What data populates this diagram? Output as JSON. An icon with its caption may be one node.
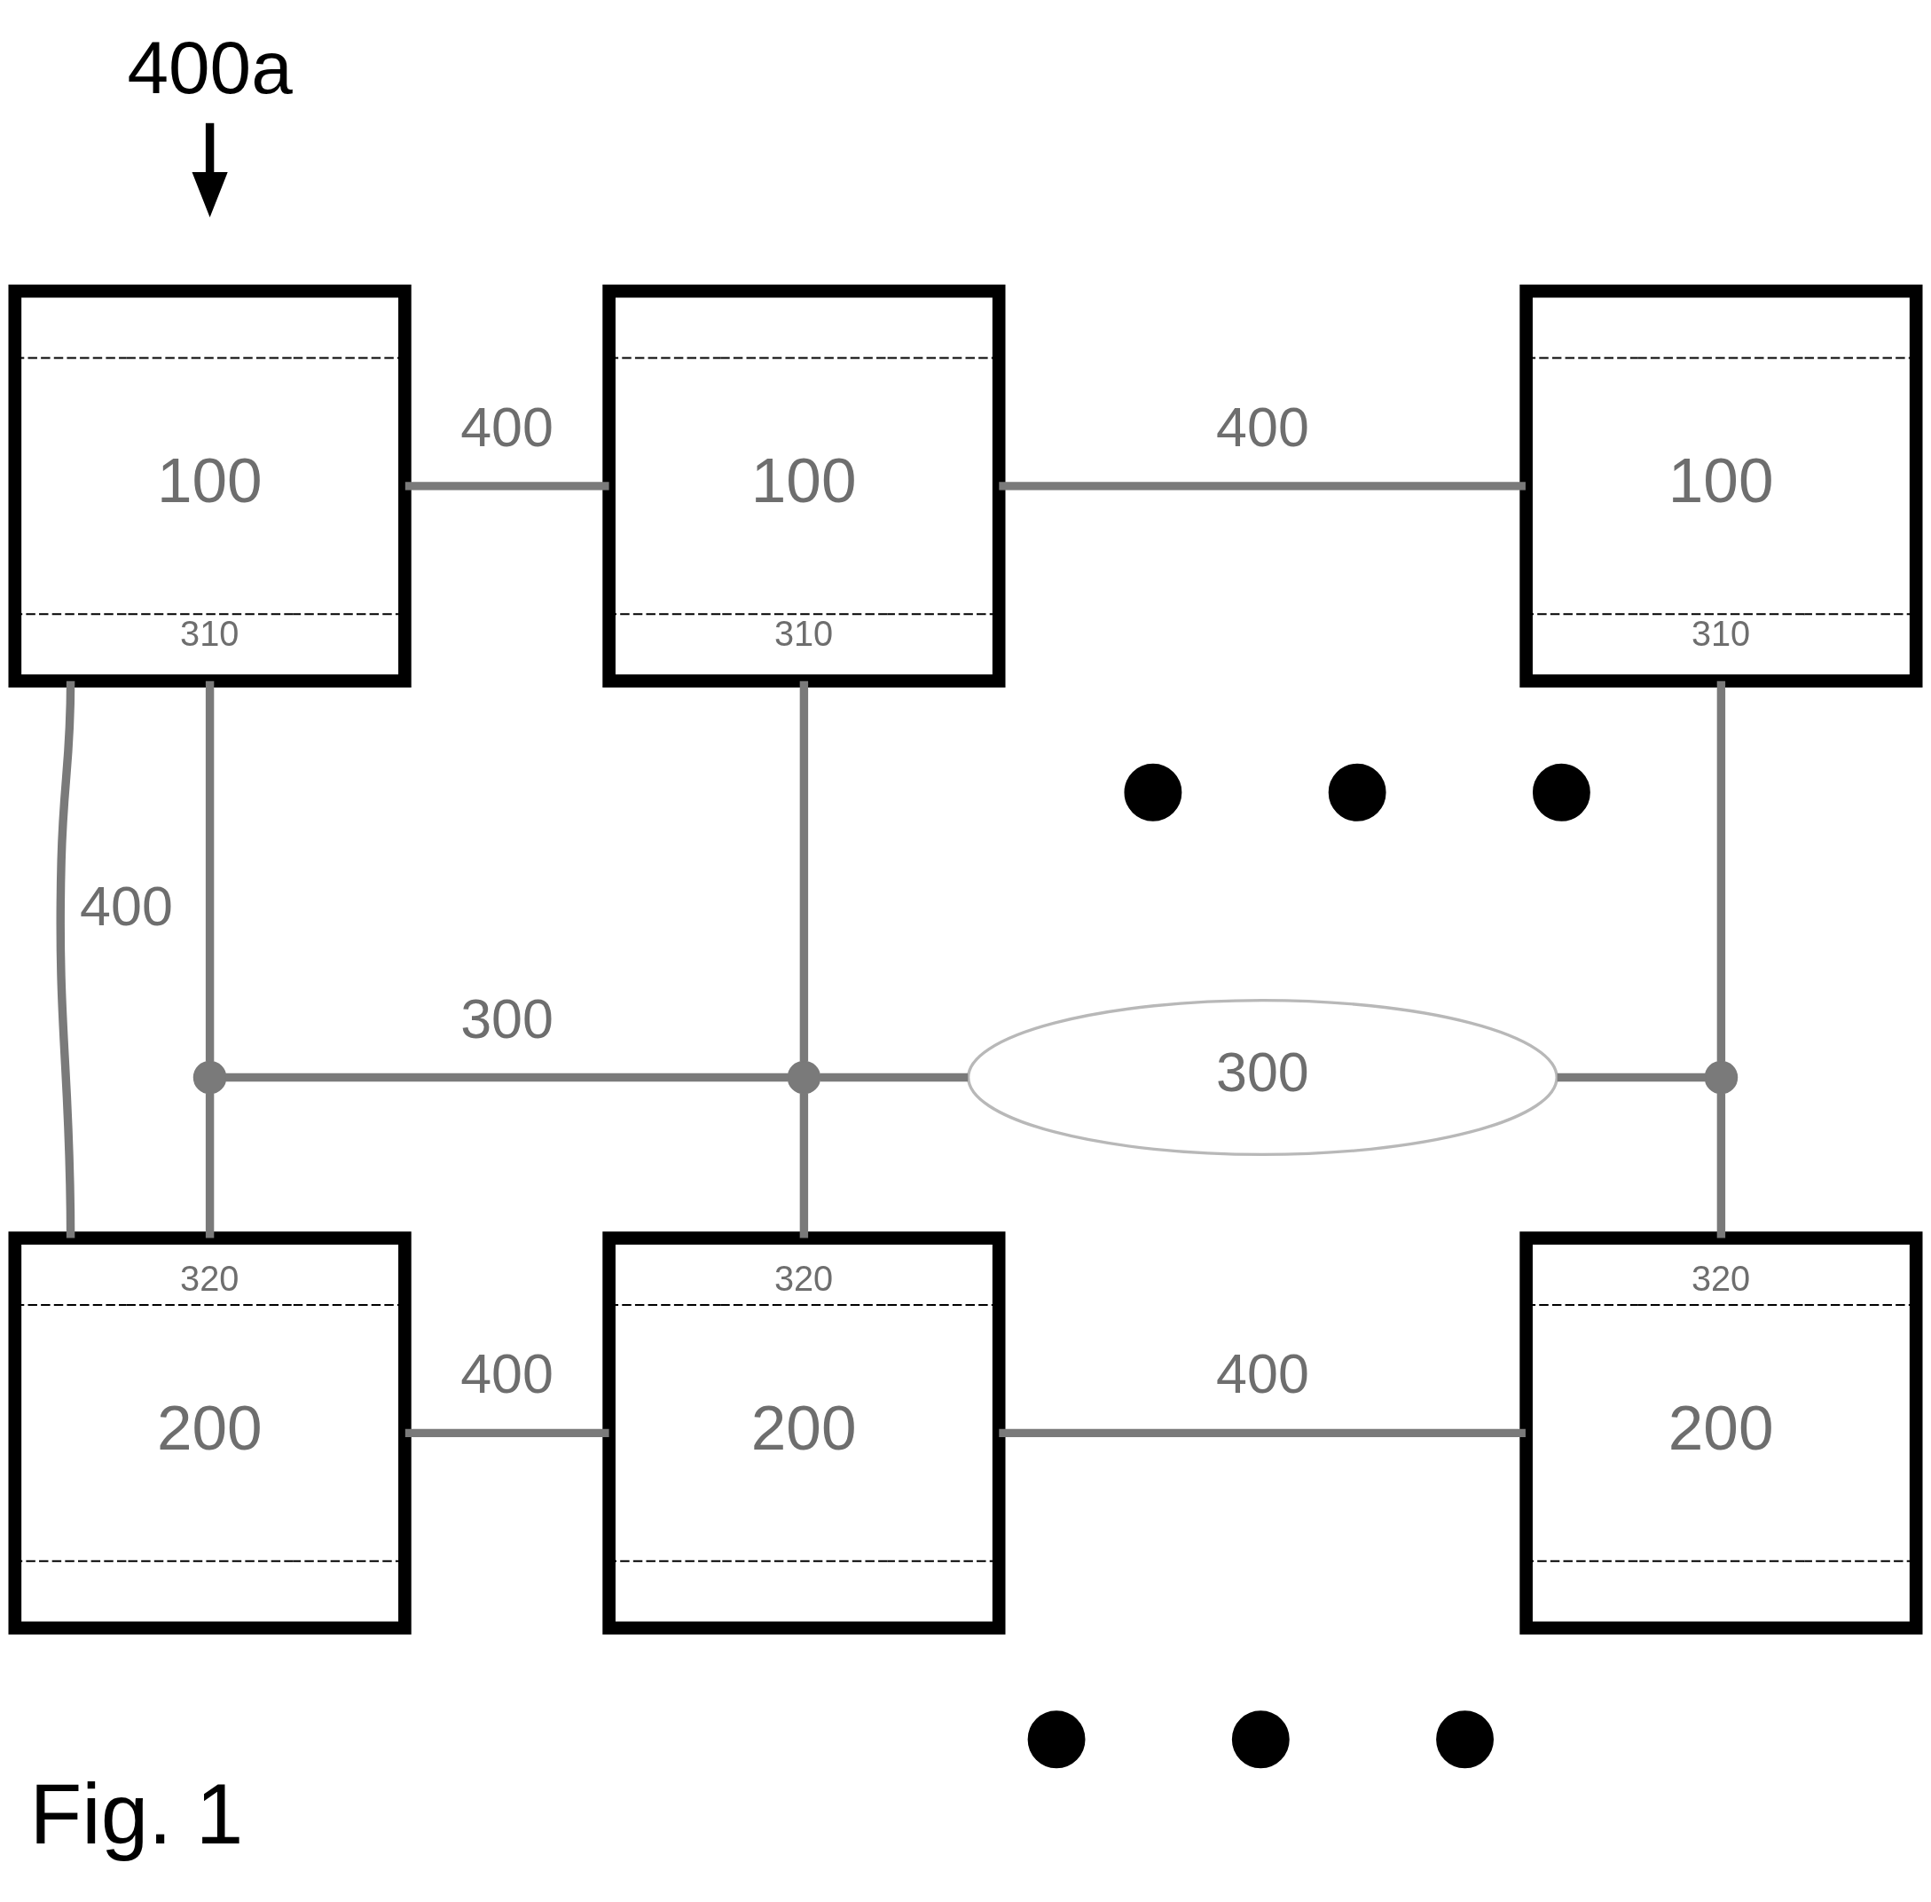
{
  "diagram": {
    "caption": "Fig. 1",
    "nodes": [
      {
        "text": [
          "400a"
        ]
      },
      {
        "text": [
          "100",
          "310"
        ]
      },
      {
        "text": [
          "100",
          "310"
        ]
      },
      {
        "text": [
          "100",
          "310"
        ]
      },
      {
        "text": [],
        "shape": "circle"
      },
      {
        "text": [],
        "shape": "circle"
      },
      {
        "text": [],
        "shape": "circle"
      },
      {
        "text": [],
        "shape": "circle"
      },
      {
        "text": [],
        "shape": "circle"
      },
      {
        "text": [
          "300"
        ]
      },
      {
        "text": [],
        "shape": "circle"
      },
      {
        "text": [
          "320",
          "200"
        ]
      },
      {
        "text": [
          "320",
          "200"
        ]
      },
      {
        "text": [
          "320",
          "200"
        ]
      },
      {
        "text": [],
        "shape": "circle"
      },
      {
        "text": [],
        "shape": "circle"
      },
      {
        "text": [],
        "shape": "circle"
      }
    ],
    "edges": [
      {
        "from": 0,
        "to": null,
        "arrow": "to",
        "color": "#000000"
      },
      {
        "from": 1,
        "to": 2,
        "arrow": "none",
        "label": "400"
      },
      {
        "from": 2,
        "to": 3,
        "arrow": "none",
        "label": "400"
      },
      {
        "from": 1,
        "to": 11,
        "arrow": "none",
        "label": "400"
      },
      {
        "from": 1,
        "to": 7,
        "arrow": "none"
      },
      {
        "from": 2,
        "to": 8,
        "arrow": "none"
      },
      {
        "from": 3,
        "to": 10,
        "arrow": "none"
      },
      {
        "from": 7,
        "to": 8,
        "arrow": "none",
        "label": "300"
      },
      {
        "from": 8,
        "to": 9,
        "arrow": "none"
      },
      {
        "from": 9,
        "to": 10,
        "arrow": "none"
      },
      {
        "from": 7,
        "to": 11,
        "arrow": "none"
      },
      {
        "from": 8,
        "to": 12,
        "arrow": "none"
      },
      {
        "from": 10,
        "to": 13,
        "arrow": "none"
      },
      {
        "from": 11,
        "to": 12,
        "arrow": "none",
        "label": "400"
      },
      {
        "from": 12,
        "to": 13,
        "arrow": "none",
        "label": "400"
      }
    ]
  }
}
